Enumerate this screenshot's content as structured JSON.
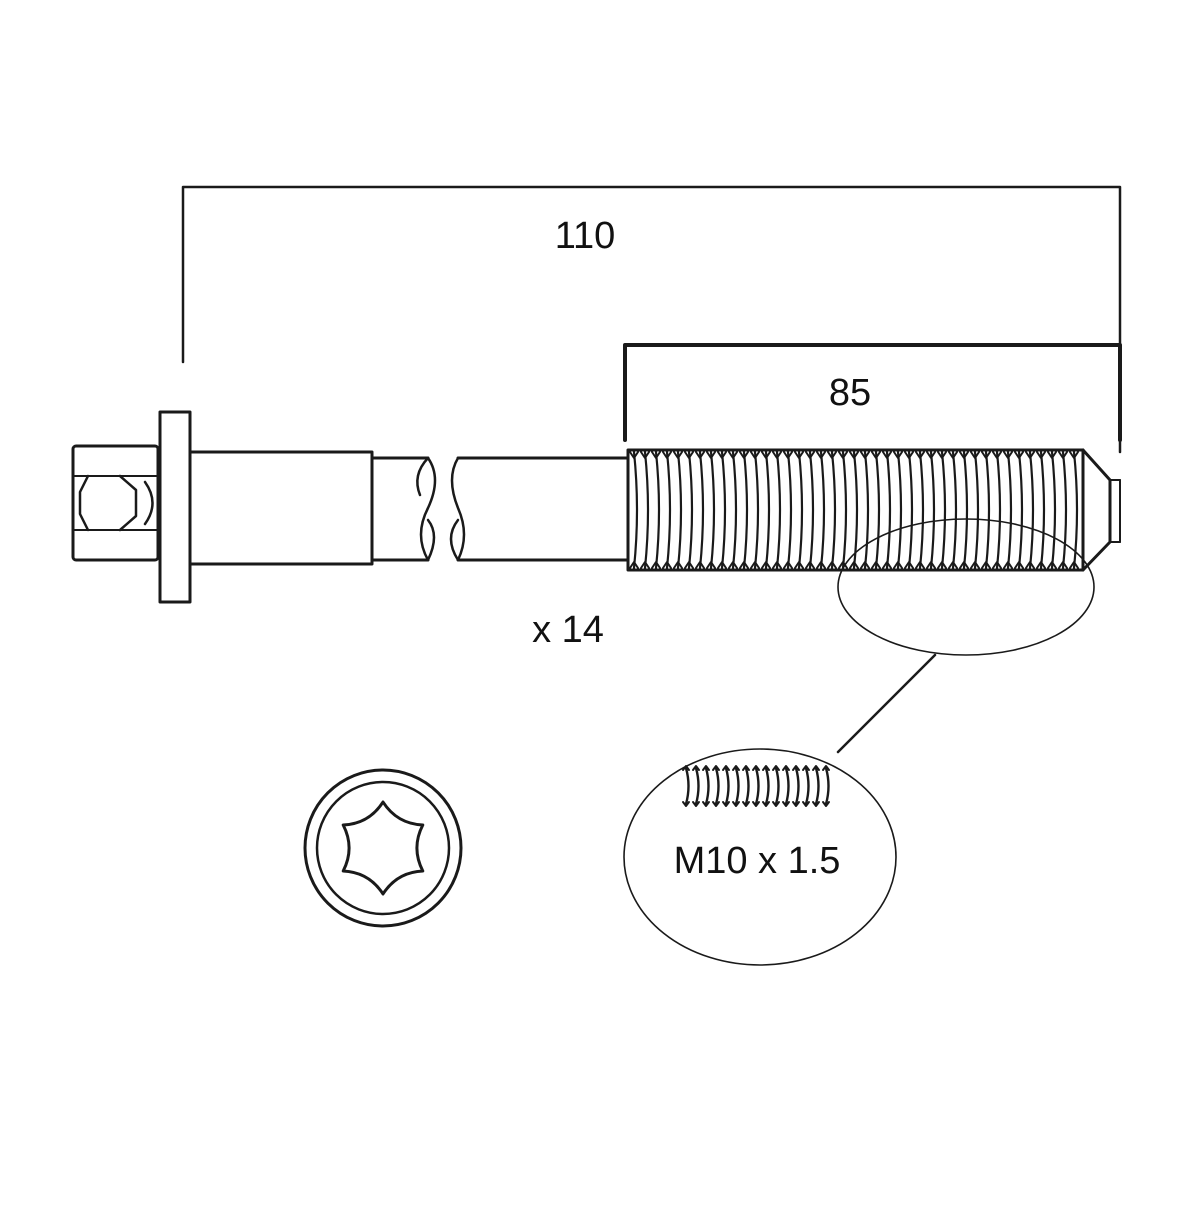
{
  "dimensions": {
    "overall_length": "110",
    "thread_length": "85"
  },
  "quantity": "x 14",
  "thread_detail": {
    "label": "M10 x 1.5"
  },
  "head_type_icon": "torx-socket-icon",
  "colors": {
    "line": "#1a1a1a",
    "background": "#ffffff"
  }
}
